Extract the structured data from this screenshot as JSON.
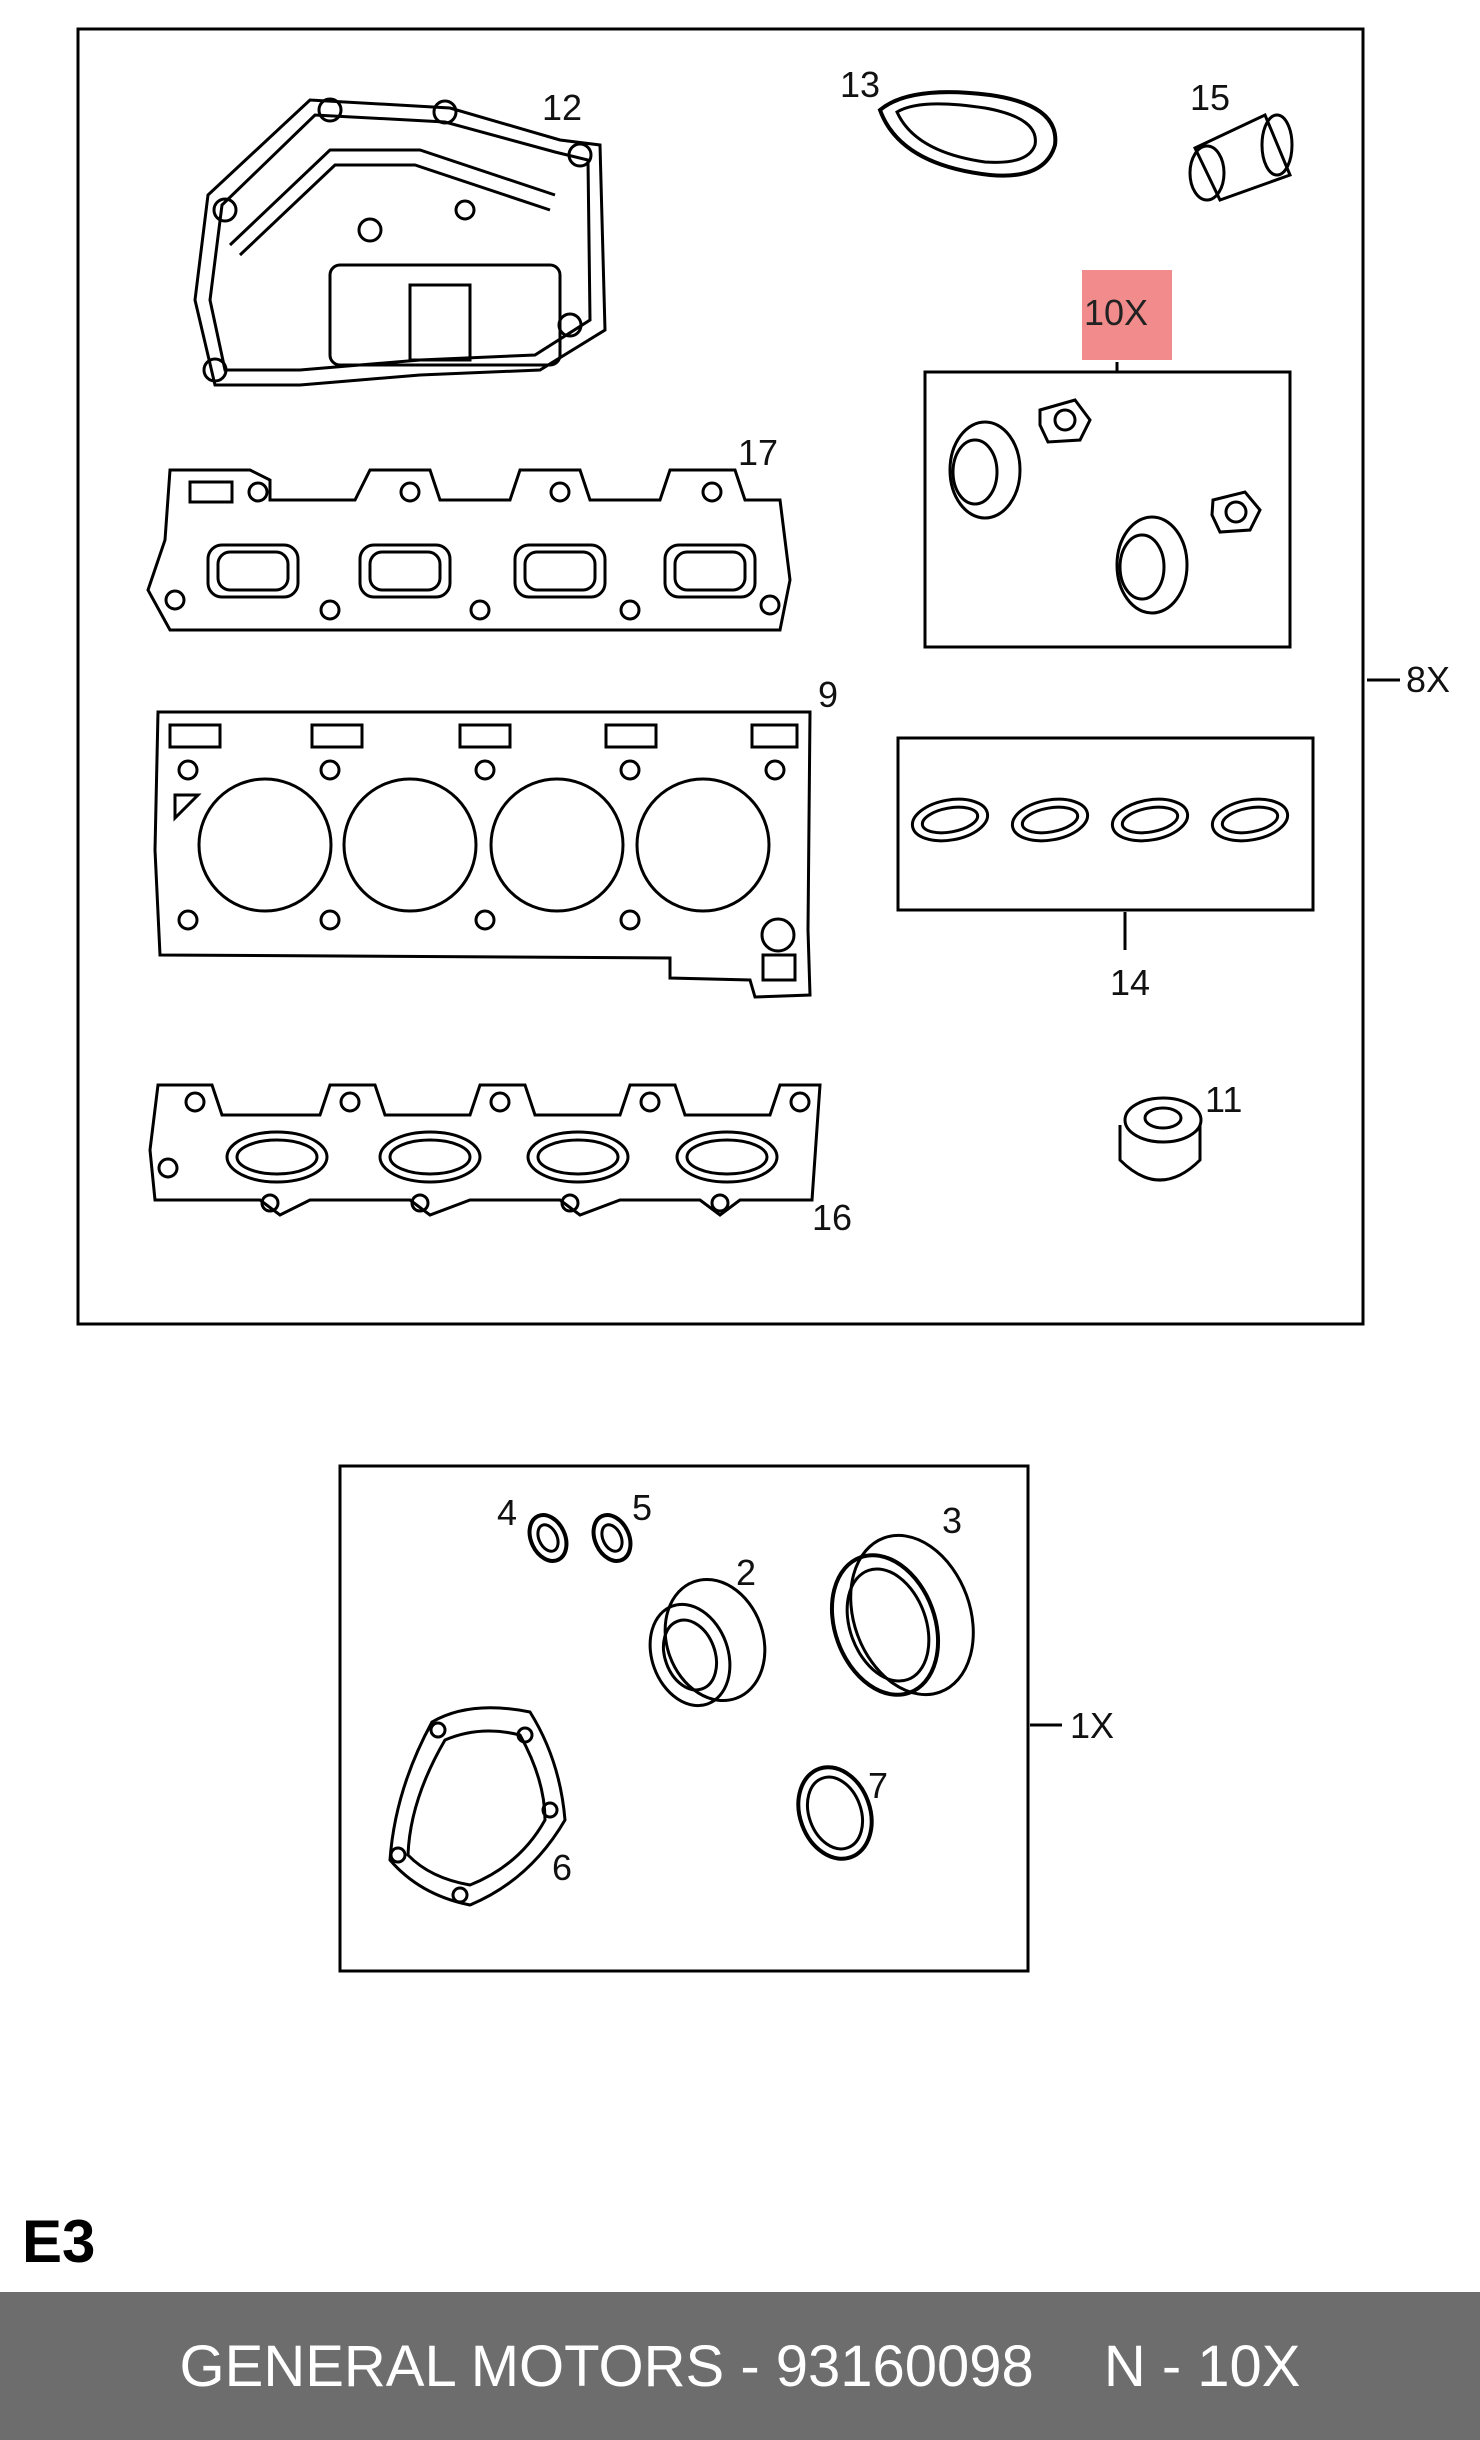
{
  "diagram": {
    "labels": {
      "p12": "12",
      "p13": "13",
      "p15": "15",
      "p17": "17",
      "p9": "9",
      "p14": "14",
      "p11": "11",
      "p16": "16",
      "p4": "4",
      "p5": "5",
      "p2": "2",
      "p3": "3",
      "p6": "6",
      "p7": "7"
    },
    "highlight_label": "10X",
    "highlight_color": "#f28b8b",
    "top_kit_qty": "8X",
    "bottom_kit_qty": "1X",
    "section_code": "E3"
  },
  "footer": {
    "brand_part": "GENERAL MOTORS - 93160098",
    "note": "N - 10X",
    "background": "#6d6d6d"
  }
}
